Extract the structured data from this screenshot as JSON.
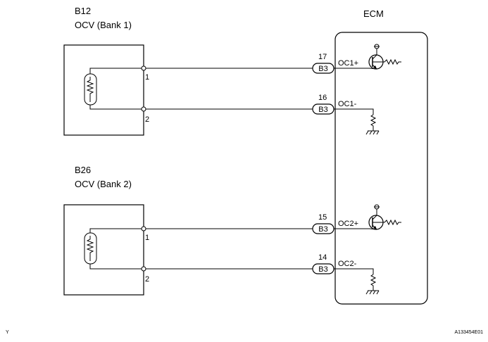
{
  "ecm": {
    "label": "ECM"
  },
  "components": [
    {
      "code": "B12",
      "name": "OCV (Bank 1)",
      "pins": [
        "1",
        "2"
      ]
    },
    {
      "code": "B26",
      "name": "OCV (Bank 2)",
      "pins": [
        "1",
        "2"
      ]
    }
  ],
  "connections": [
    {
      "pin": "17",
      "connector": "B3",
      "signal": "OC1+"
    },
    {
      "pin": "16",
      "connector": "B3",
      "signal": "OC1-"
    },
    {
      "pin": "15",
      "connector": "B3",
      "signal": "OC2+"
    },
    {
      "pin": "14",
      "connector": "B3",
      "signal": "OC2-"
    }
  ],
  "footer": {
    "left_code": "Y",
    "right_code": "A133454E01"
  }
}
